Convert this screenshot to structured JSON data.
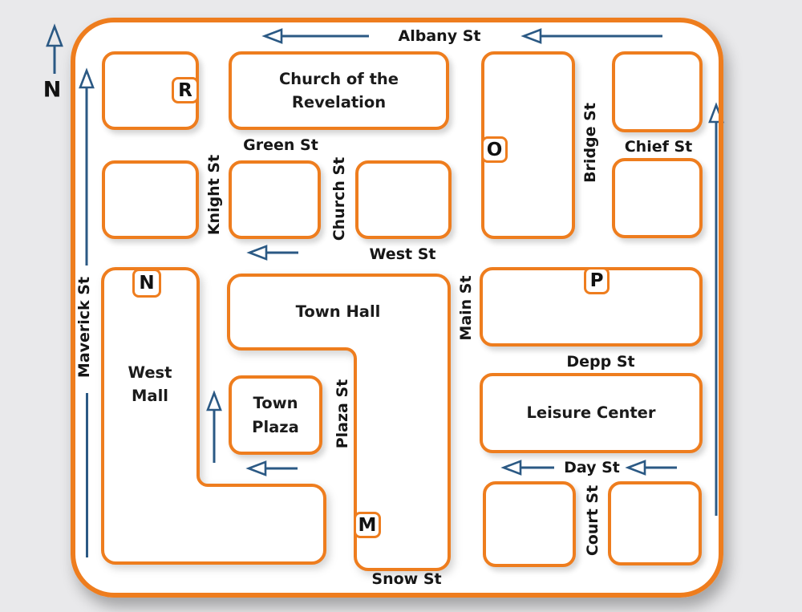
{
  "palette": {
    "orange": "#EE7D1E",
    "blue": "#2B5984",
    "ink": "#161616",
    "background": "#E9E9EB",
    "map_fill": "#FFFFFF"
  },
  "compass": {
    "label": "N",
    "icon": "north-arrow-icon"
  },
  "streets": {
    "albany": "Albany St",
    "green": "Green St",
    "knight": "Knight St",
    "church": "Church St",
    "west": "West St",
    "maverick": "Maverick St",
    "bridge": "Bridge St",
    "chief": "Chief St",
    "main": "Main St",
    "depp": "Depp St",
    "day": "Day St",
    "court": "Court St",
    "plaza": "Plaza St",
    "snow": "Snow St"
  },
  "buildings": {
    "church_lines": [
      "Church of the",
      "Revelation"
    ],
    "town_hall": "Town Hall",
    "west_mall_lines": [
      "West",
      "Mall"
    ],
    "town_plaza_lines": [
      "Town",
      "Plaza"
    ],
    "leisure": "Leisure Center"
  },
  "markers": {
    "r": "R",
    "o": "O",
    "n": "N",
    "p": "P",
    "m": "M"
  },
  "icons": {
    "north_arrow": "arrow-up",
    "one_way_west": "arrow-left",
    "one_way_north": "arrow-up"
  }
}
